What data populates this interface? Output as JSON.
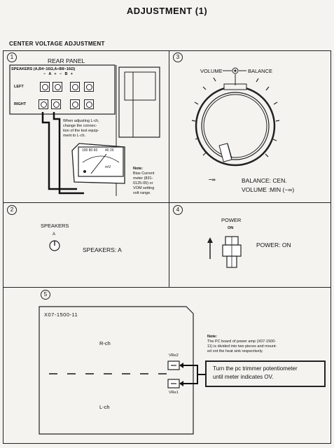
{
  "title": "ADJUSTMENT (1)",
  "section_title": "CENTER VOLTAGE ADJUSTMENT",
  "panels": {
    "p1": {
      "number": "1",
      "rear_panel": "REAR PANEL",
      "speakers_label": "SPEAKERS (A,B4~16Ω,A+B8~16Ω)",
      "ab_row": "− A +  − B +",
      "left": "LEFT",
      "right": "RIGHT",
      "instruction_lines": [
        "When adjusting L-ch,",
        "change the connec-",
        "tion of the test equip-",
        "ment to L-ch."
      ],
      "meter_unit": "mV",
      "meter_scale_left": "100 80 60",
      "meter_scale_right": "40 20",
      "note_title": "Note:",
      "note_lines": [
        "Bias Current",
        "meter (831-",
        "0125-05) or",
        "VOM setting",
        "volt range."
      ]
    },
    "p2": {
      "number": "2",
      "speakers": "SPEAKERS",
      "a_mark": "A",
      "setting": "SPEAKERS: A"
    },
    "p3": {
      "number": "3",
      "volume": "VOLUME",
      "balance": "BALANCE",
      "min_mark": "−∞",
      "balance_setting": "BALANCE: CEN.",
      "volume_setting": "VOLUME :MIN (−∞)"
    },
    "p4": {
      "number": "4",
      "power": "POWER",
      "on": "ON",
      "setting": "POWER: ON"
    },
    "p5": {
      "number": "5",
      "board": "X07-1500-11",
      "r_ch": "R-ch",
      "l_ch": "L-ch",
      "vre2": "VRe2",
      "vre1": "VRe1",
      "note_title": "Note:",
      "note_lines": [
        "The PC board of power amp (X07-1500-",
        "11) is divided into two pieces and mount-",
        "ed ont the heat sink respectively."
      ],
      "instruction_lines": [
        "Turn the pc trimmer potentiometer",
        "until meter indicates OV."
      ]
    }
  }
}
